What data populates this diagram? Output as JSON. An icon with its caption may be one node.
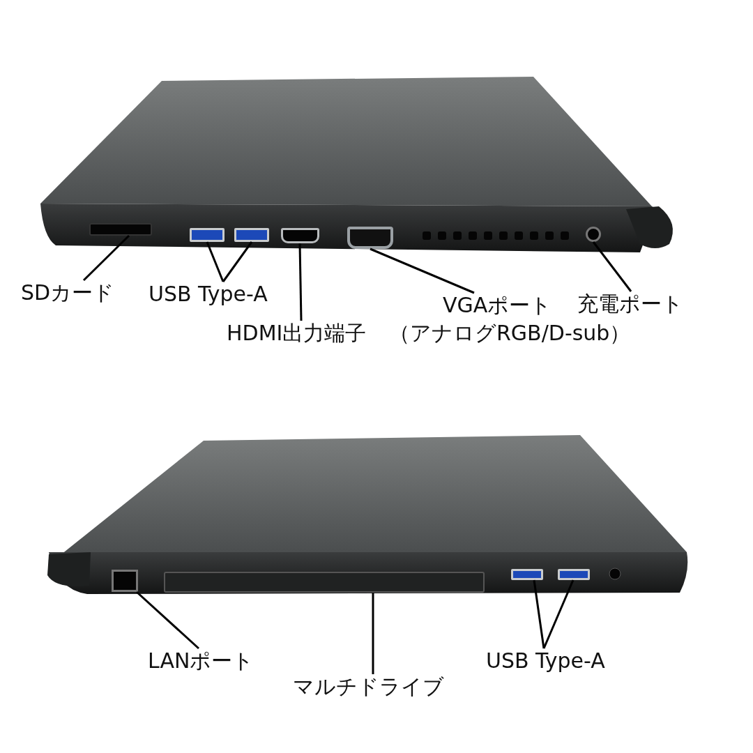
{
  "diagram": {
    "nodes": [
      {
        "text": [],
        "shape": "box"
      },
      {
        "text": [],
        "shape": "box"
      },
      {
        "text": [],
        "shape": "box"
      },
      {
        "text": [],
        "shape": "box"
      },
      {
        "text": [],
        "shape": "box"
      },
      {
        "text": [],
        "shape": "circle"
      },
      {
        "text": [
          "SDカード"
        ]
      },
      {
        "text": [
          "USB Type-A"
        ]
      },
      {
        "text": [
          "HDMI出力端子"
        ]
      },
      {
        "text": [
          "VGAポート"
        ],
        "beside": [
          "（アナログRGB/D-sub）"
        ]
      },
      {
        "text": [
          "充電ポート"
        ]
      },
      {
        "text": [],
        "shape": "box"
      },
      {
        "text": [],
        "shape": "box"
      },
      {
        "text": [],
        "shape": "box"
      },
      {
        "text": [],
        "shape": "box"
      },
      {
        "text": [
          "LANポート"
        ]
      },
      {
        "text": [
          "マルチドライブ"
        ]
      },
      {
        "text": [
          "USB Type-A"
        ]
      }
    ],
    "edges": [
      {
        "from": 6,
        "to": 0,
        "arrow": "none"
      },
      {
        "from": 7,
        "to": 1,
        "arrow": "none"
      },
      {
        "from": 7,
        "to": 2,
        "arrow": "none"
      },
      {
        "from": 8,
        "to": 3,
        "arrow": "none"
      },
      {
        "from": 9,
        "to": 4,
        "arrow": "none"
      },
      {
        "from": 10,
        "to": 5,
        "arrow": "none"
      },
      {
        "from": 15,
        "to": 11,
        "arrow": "none"
      },
      {
        "from": 16,
        "to": 12,
        "arrow": "none"
      },
      {
        "from": 17,
        "to": 13,
        "arrow": "none"
      },
      {
        "from": 17,
        "to": 14,
        "arrow": "none"
      }
    ]
  }
}
